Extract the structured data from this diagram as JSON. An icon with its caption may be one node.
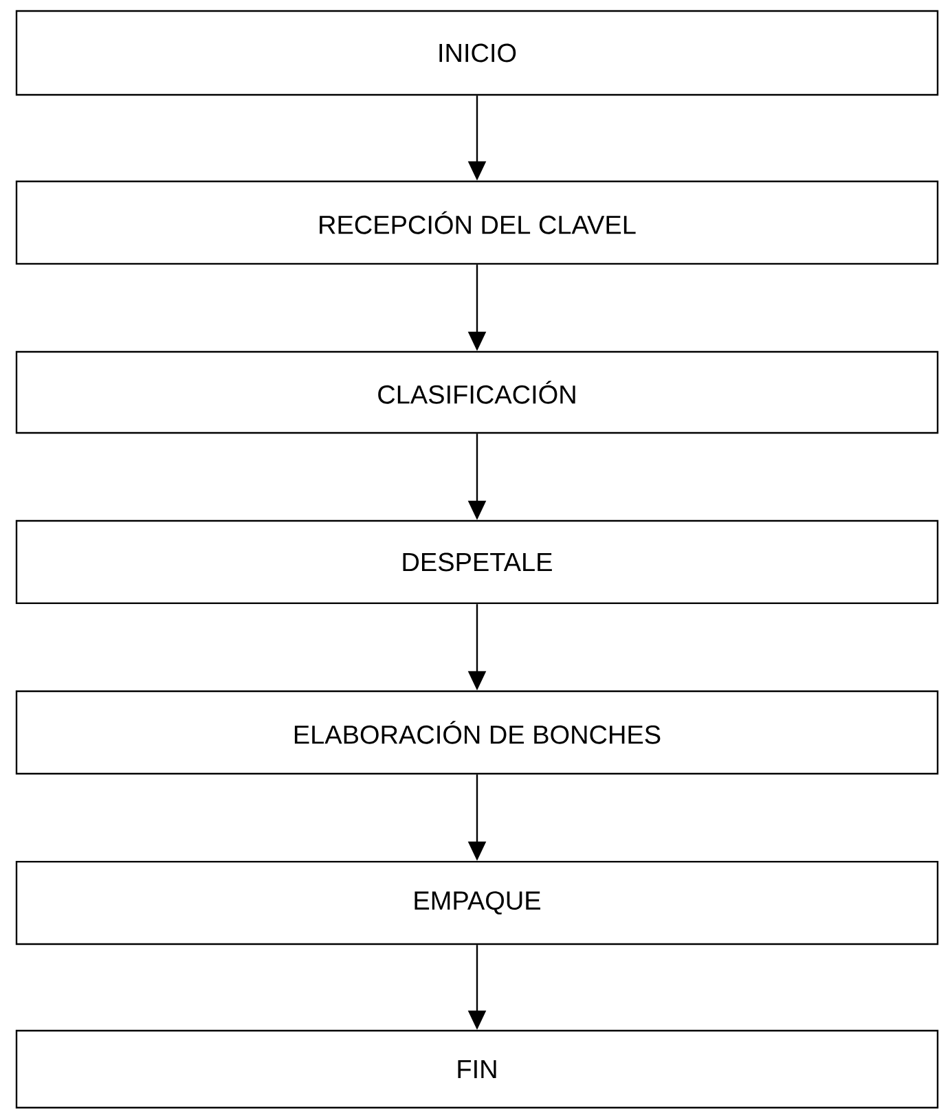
{
  "diagram": {
    "nodes": [
      {
        "text": [
          "INICIO"
        ]
      },
      {
        "text": [
          "RECEPCIÓN DEL CLAVEL"
        ]
      },
      {
        "text": [
          "CLASIFICACIÓN"
        ]
      },
      {
        "text": [
          "DESPETALE"
        ]
      },
      {
        "text": [
          "ELABORACIÓN DE BONCHES"
        ]
      },
      {
        "text": [
          "EMPAQUE"
        ]
      },
      {
        "text": [
          "FIN"
        ]
      }
    ],
    "edges": [
      {
        "from": 0,
        "to": 1,
        "arrow": "to"
      },
      {
        "from": 1,
        "to": 2,
        "arrow": "to"
      },
      {
        "from": 2,
        "to": 3,
        "arrow": "to"
      },
      {
        "from": 3,
        "to": 4,
        "arrow": "to"
      },
      {
        "from": 4,
        "to": 5,
        "arrow": "to"
      },
      {
        "from": 5,
        "to": 6,
        "arrow": "to"
      }
    ]
  }
}
